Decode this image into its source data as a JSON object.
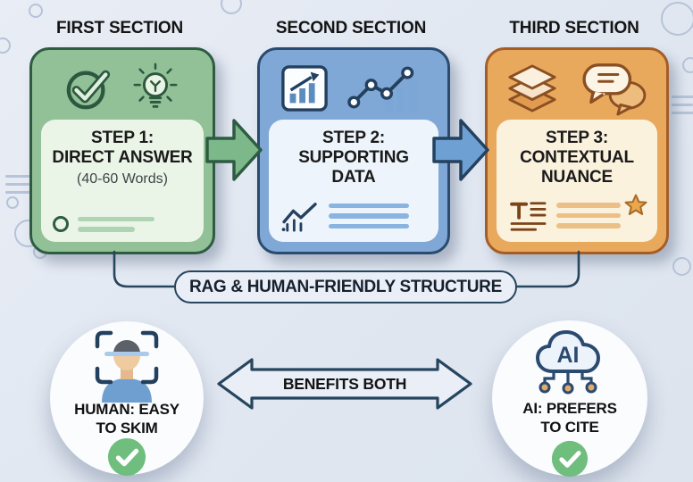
{
  "sections": [
    {
      "header": "FIRST SECTION",
      "title_lines": [
        "STEP 1:",
        "DIRECT ANSWER"
      ],
      "subtitle": "(40-60 Words)",
      "icons": [
        "check-circle-icon",
        "lightbulb-icon"
      ],
      "card_color": "#92c097",
      "border_color": "#2e5c42"
    },
    {
      "header": "SECOND SECTION",
      "title_lines": [
        "STEP 2:",
        "SUPPORTING",
        "DATA"
      ],
      "icons": [
        "bar-chart-icon",
        "line-chart-dots-icon"
      ],
      "card_color": "#7fa8d6",
      "border_color": "#2b4a6f"
    },
    {
      "header": "THIRD SECTION",
      "title_lines": [
        "STEP 3:",
        "CONTEXTUAL",
        "NUANCE"
      ],
      "icons": [
        "layers-icon",
        "chat-bubbles-icon"
      ],
      "card_color": "#e9a95d",
      "border_color": "#a55d28"
    }
  ],
  "banner": {
    "label": "RAG & HUMAN-FRIENDLY STRUCTURE"
  },
  "bottom": {
    "arrow_label": "BENEFITS BOTH",
    "human": {
      "lines": [
        "HUMAN: EASY",
        "TO SKIM"
      ],
      "icon": "face-scan-icon",
      "badge": "check-badge-icon"
    },
    "ai": {
      "lines": [
        "AI: PREFERS",
        "TO CITE"
      ],
      "cloud_text": "AI",
      "icon": "ai-cloud-icon",
      "badge": "check-badge-icon"
    }
  },
  "colors": {
    "background": "#e3e9f2",
    "outline_navy": "#26455f",
    "green_card": "#92c097",
    "green_border": "#2e5c42",
    "blue_card": "#7fa8d6",
    "blue_border": "#2b4a6f",
    "orange_card": "#e9a95d",
    "orange_border": "#a55d28",
    "check_badge_green": "#6fbe7d"
  }
}
